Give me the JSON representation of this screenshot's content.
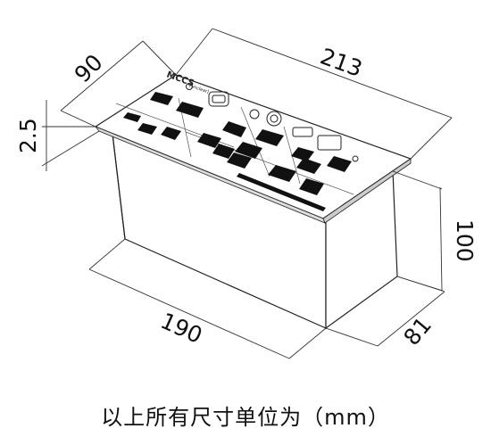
{
  "dimensions": {
    "top_depth": "90",
    "top_width": "213",
    "panel_thickness": "2.5",
    "body_height": "100",
    "body_width": "190",
    "body_depth": "81"
  },
  "panel": {
    "brand": "MCCS",
    "brand_sub": "[unclear]"
  },
  "caption": "以上所有尺寸单位为（mm）"
}
